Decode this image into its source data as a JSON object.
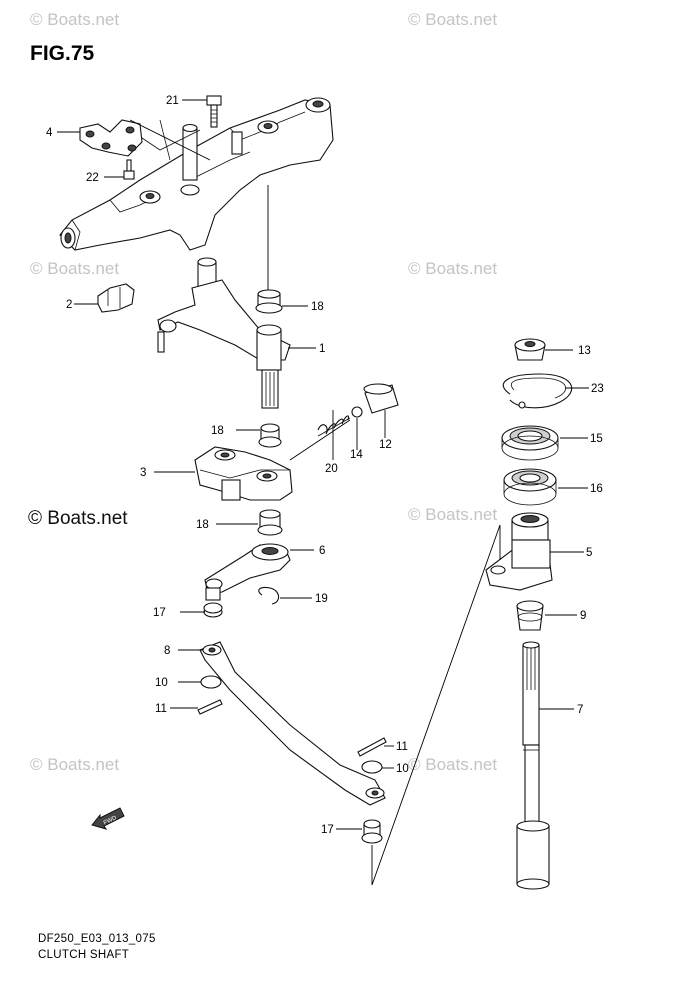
{
  "figure": {
    "title": "FIG.75"
  },
  "watermarks": {
    "text": "© Boats.net"
  },
  "callouts": {
    "c1": "1",
    "c2": "2",
    "c3": "3",
    "c4": "4",
    "c5": "5",
    "c6": "6",
    "c7": "7",
    "c8": "8",
    "c9": "9",
    "c10a": "10",
    "c10b": "10",
    "c11a": "11",
    "c11b": "11",
    "c12": "12",
    "c13": "13",
    "c14": "14",
    "c15": "15",
    "c16": "16",
    "c17a": "17",
    "c17b": "17",
    "c18a": "18",
    "c18b": "18",
    "c18c": "18",
    "c19": "19",
    "c20": "20",
    "c21": "21",
    "c22": "22",
    "c23": "23"
  },
  "footer": {
    "code": "DF250_E03_013_075",
    "caption": "CLUTCH SHAFT"
  },
  "direction_arrow": {
    "label": "FWD",
    "icon": "fwd-arrow-icon"
  }
}
